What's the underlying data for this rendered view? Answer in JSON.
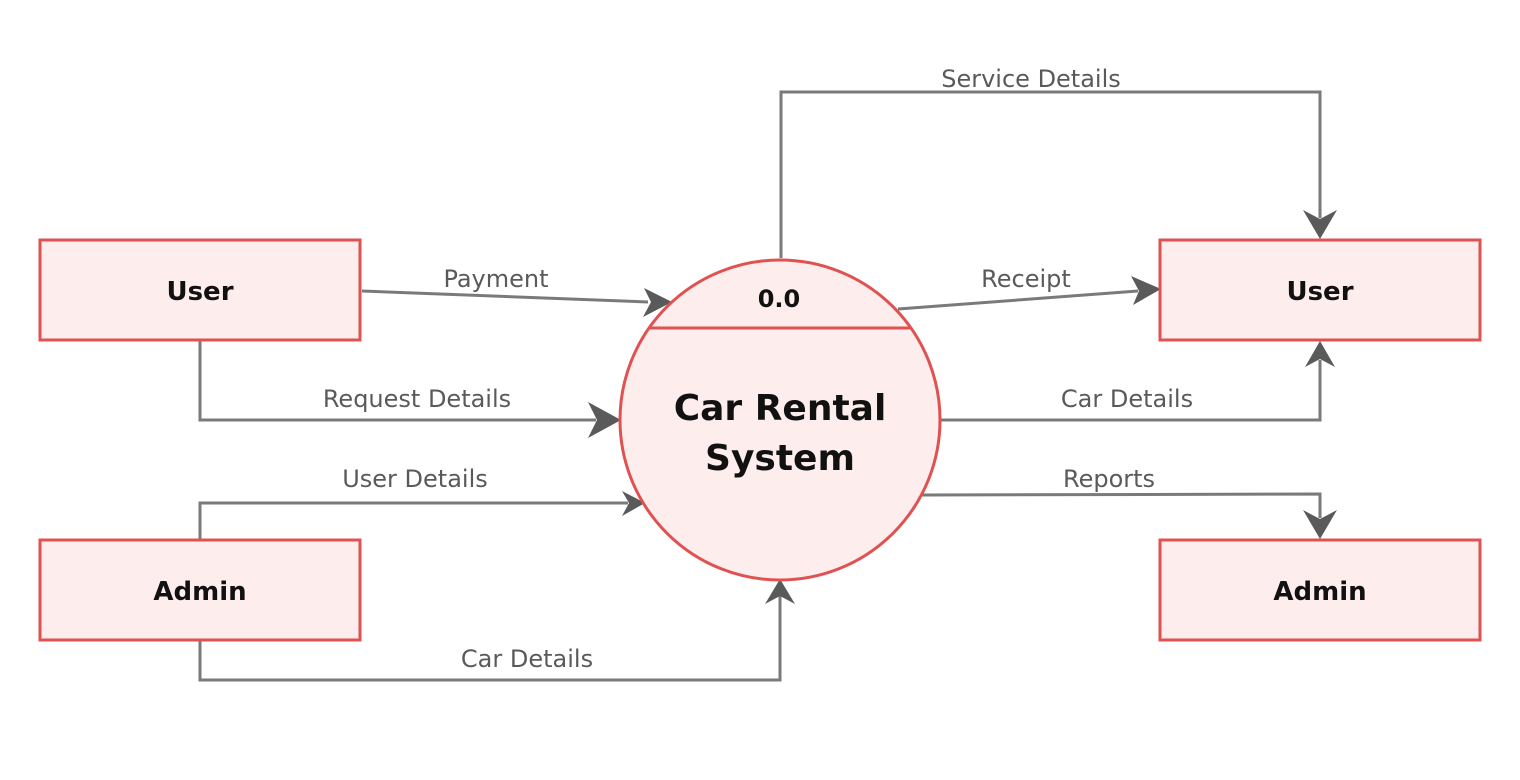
{
  "entities": {
    "user_source": {
      "label": "User"
    },
    "admin_source": {
      "label": "Admin"
    },
    "user_sink": {
      "label": "User"
    },
    "admin_sink": {
      "label": "Admin"
    }
  },
  "process": {
    "id": "0.0",
    "name_line1": "Car Rental",
    "name_line2": "System"
  },
  "flows": {
    "payment": "Payment",
    "request_details": "Request Details",
    "user_details": "User Details",
    "admin_car_details": "Car Details",
    "service_details": "Service Details",
    "receipt": "Receipt",
    "user_car_details": "Car Details",
    "reports": "Reports"
  },
  "colors": {
    "entity_fill": "#fdeeed",
    "entity_stroke": "#e05252",
    "flow_stroke": "#7a7a7a",
    "arrowhead": "#5a5a5a"
  }
}
